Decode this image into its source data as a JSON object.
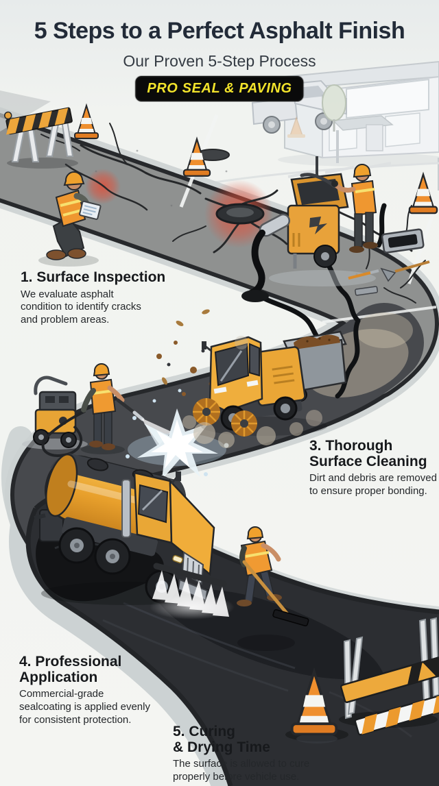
{
  "header": {
    "title": "5 Steps to a Perfect Asphalt Finish",
    "subtitle": "Our Proven 5-Step Process",
    "brand": "PRO SEAL & PAVING"
  },
  "steps": {
    "step1": {
      "title": "1. Surface Inspection",
      "description": "We evaluate asphalt\ncondition to identify cracks\nand problem areas."
    },
    "step3": {
      "title": "3. Thorough\nSurface Cleaning",
      "description": "Dirt and debris are removed\nto ensure proper bonding."
    },
    "step4": {
      "title": "4. Professional\nApplication",
      "description": "Commercial-grade\nsealcoating is applied evenly\nfor consistent protection."
    },
    "step5": {
      "title": "5. Curing\n& Drying Time",
      "description": "The surface is allowed to cure\nproperly before vehicle use."
    }
  },
  "colors": {
    "title_text": "#222b38",
    "body_text": "#24272a",
    "brand_text": "#f2e32b",
    "brand_background": "#0a0a0a",
    "equipment_yellow": "#eaa436",
    "safety_orange": "#ef8f2e",
    "asphalt_old_gray": "#8f9190",
    "asphalt_cleaned": "#47494d",
    "asphalt_sealed": "#2c2e32",
    "crack_alert_red": "#e0503a",
    "water_splash_blue": "#cfe4f2"
  }
}
